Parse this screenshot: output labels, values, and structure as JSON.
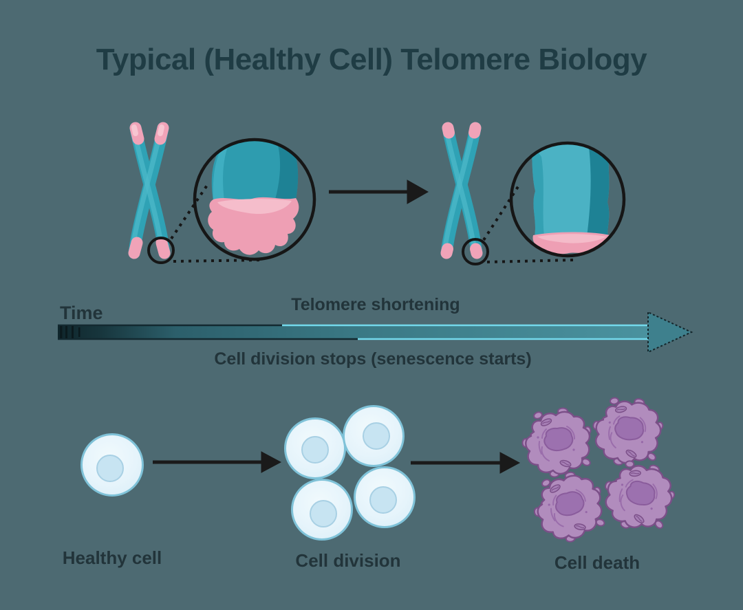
{
  "title": "Typical (Healthy Cell) Telomere Biology",
  "timeline": {
    "axis_label": "Time",
    "above_arrow_label": "Telomere shortening",
    "below_arrow_label": "Cell division stops (senescence starts)"
  },
  "stages": {
    "healthy_cell_label": "Healthy cell",
    "cell_division_label": "Cell division",
    "cell_death_label": "Cell death"
  },
  "illustrations": {
    "left_chromosome": "chromosome with long telomeres",
    "right_chromosome": "chromosome with shortened telomeres"
  },
  "colors": {
    "background": "#4D6A72",
    "title_text": "#1F3C44",
    "label_text": "#22343A",
    "chromosome_teal": "#2FA2B5",
    "telomere_pink": "#F0A3B8",
    "healthy_cell_fill": "#E7F5FB",
    "dying_cell_purple": "#B18CBD",
    "black_arrow": "#1A1A1A",
    "time_arrow_teal": "#3E808D",
    "time_arrow_edge_cyan": "#74D9EC"
  }
}
